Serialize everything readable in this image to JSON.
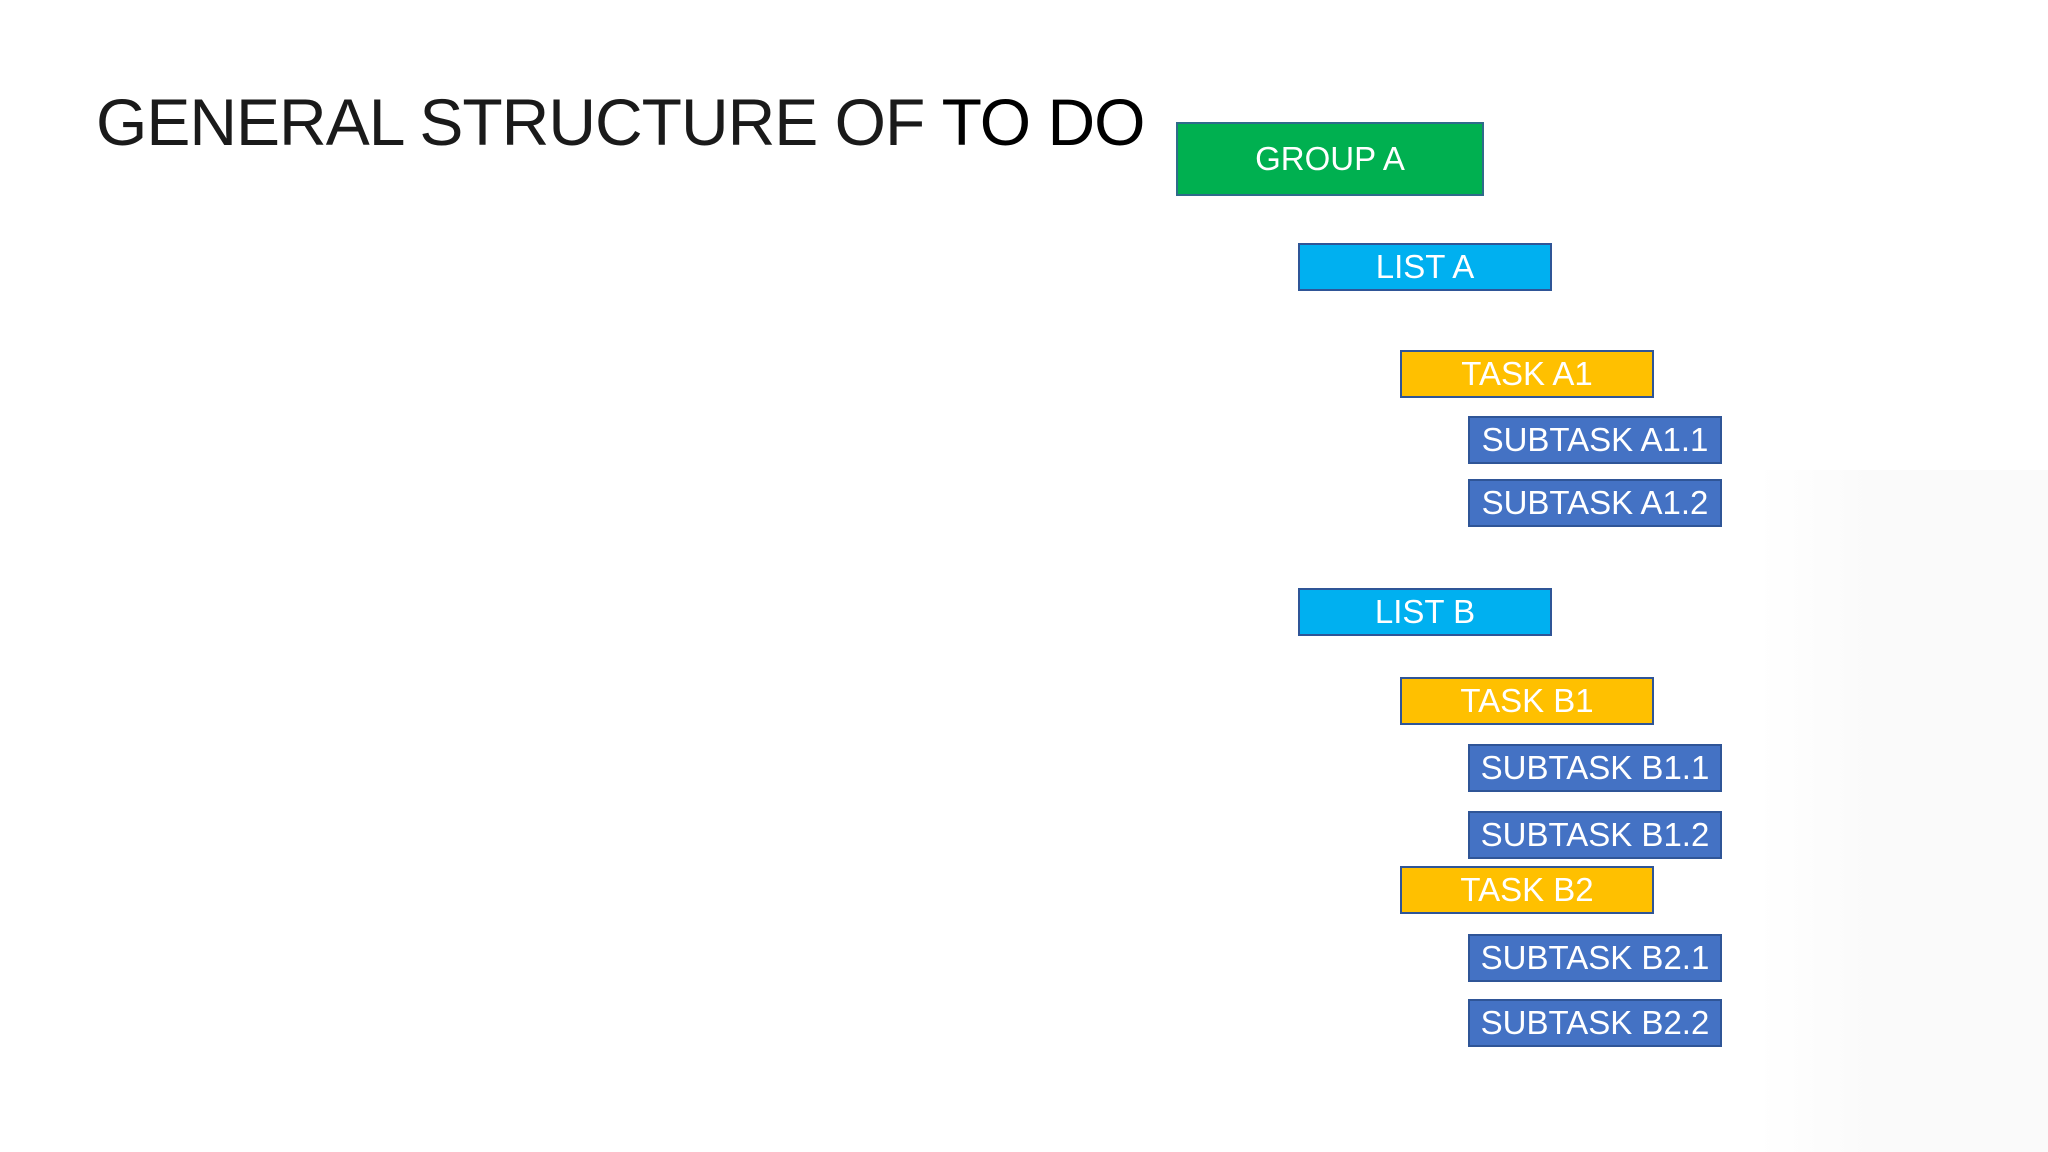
{
  "title": {
    "prefix": "GENERAL STRUCTURE OF ",
    "emphasis": "TO DO"
  },
  "colors": {
    "group": "#00b050",
    "list": "#00b0f0",
    "task": "#ffc000",
    "subtask": "#4472c4"
  },
  "nodes": {
    "group_a": "GROUP A",
    "list_a": "LIST A",
    "task_a1": "TASK A1",
    "subtask_a1_1": "SUBTASK A1.1",
    "subtask_a1_2": "SUBTASK A1.2",
    "list_b": "LIST B",
    "task_b1": "TASK B1",
    "subtask_b1_1": "SUBTASK B1.1",
    "subtask_b1_2": "SUBTASK B1.2",
    "task_b2": "TASK B2",
    "subtask_b2_1": "SUBTASK B2.1",
    "subtask_b2_2": "SUBTASK B2.2"
  }
}
